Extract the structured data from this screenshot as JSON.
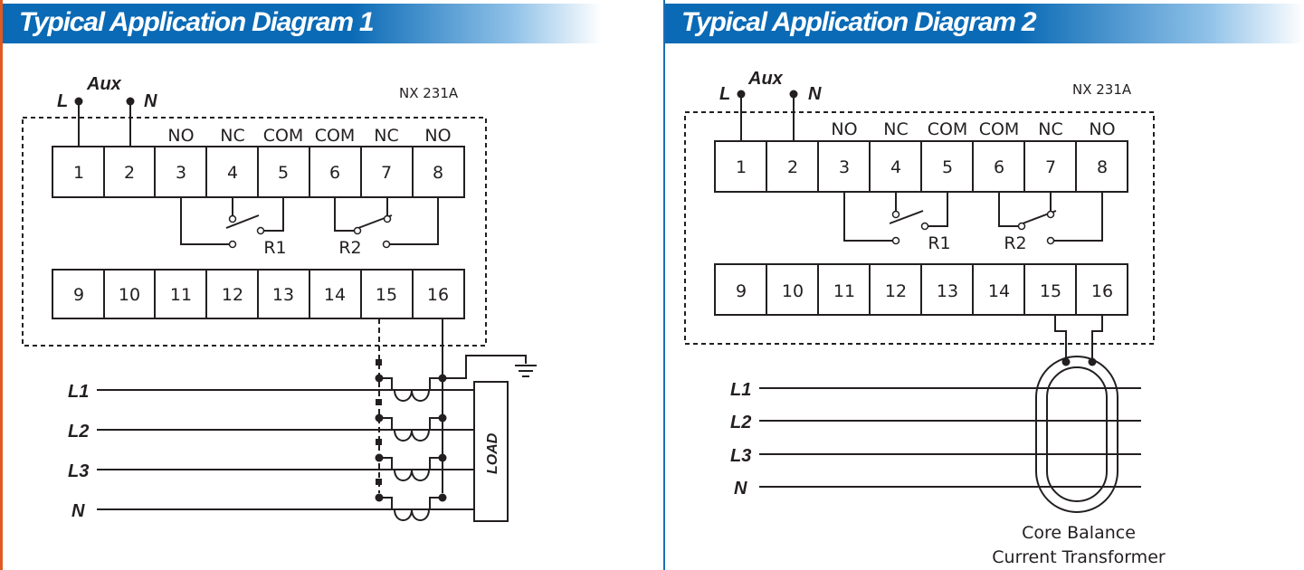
{
  "diagrams": [
    {
      "title": "Typical Application Diagram 1",
      "model": "NX 231A",
      "aux": {
        "label": "Aux",
        "line": "L",
        "neutral": "N"
      },
      "top_terminals": [
        "1",
        "2",
        "3",
        "4",
        "5",
        "6",
        "7",
        "8"
      ],
      "contact_labels": [
        "NO",
        "NC",
        "COM",
        "COM",
        "NC",
        "NO"
      ],
      "relays": [
        "R1",
        "R2"
      ],
      "bottom_terminals": [
        "9",
        "10",
        "11",
        "12",
        "13",
        "14",
        "15",
        "16"
      ],
      "phases": [
        "L1",
        "L2",
        "L3",
        "N"
      ],
      "load_label": "LOAD"
    },
    {
      "title": "Typical Application Diagram 2",
      "model": "NX 231A",
      "aux": {
        "label": "Aux",
        "line": "L",
        "neutral": "N"
      },
      "top_terminals": [
        "1",
        "2",
        "3",
        "4",
        "5",
        "6",
        "7",
        "8"
      ],
      "contact_labels": [
        "NO",
        "NC",
        "COM",
        "COM",
        "NC",
        "NO"
      ],
      "relays": [
        "R1",
        "R2"
      ],
      "bottom_terminals": [
        "9",
        "10",
        "11",
        "12",
        "13",
        "14",
        "15",
        "16"
      ],
      "phases": [
        "L1",
        "L2",
        "L3",
        "N"
      ],
      "ct_label": [
        "Core Balance",
        "Current Transformer"
      ]
    }
  ],
  "colors": {
    "title_bar": "#0a6ab5",
    "title_text": "#ffffff",
    "left_accent": "#e05a24",
    "lines": "#231f20"
  }
}
